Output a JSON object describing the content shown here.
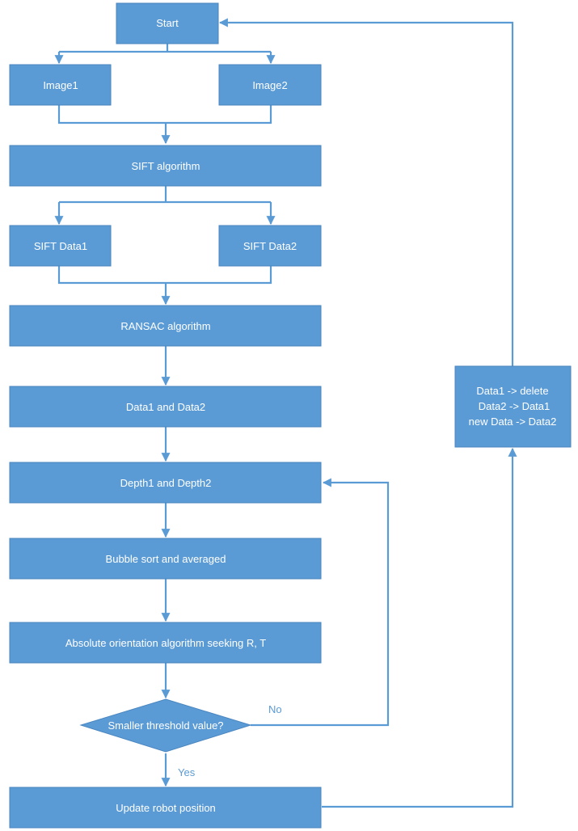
{
  "diagram": {
    "nodes": {
      "start": "Start",
      "image1": "Image1",
      "image2": "Image2",
      "sift_algorithm": "SIFT algorithm",
      "sift_data1": "SIFT Data1",
      "sift_data2": "SIFT Data2",
      "ransac_algorithm": "RANSAC algorithm",
      "data1_and_data2": "Data1 and Data2",
      "depth": "Depth1 and Depth2",
      "bubble_sort": "Bubble sort and averaged",
      "absolute_orientation": "Absolute orientation algorithm seeking R, T",
      "threshold_decision": "Smaller threshold value?",
      "update_position": "Update robot position",
      "data_shift_lines": [
        "Data1 -> delete",
        "Data2 -> Data1",
        "new Data -> Data2"
      ]
    },
    "edge_labels": {
      "no": "No",
      "yes": "Yes"
    },
    "colors": {
      "node_fill": "#5b9bd5",
      "node_text": "#ffffff",
      "edge": "#5b9bd5",
      "background": "#ffffff"
    }
  }
}
